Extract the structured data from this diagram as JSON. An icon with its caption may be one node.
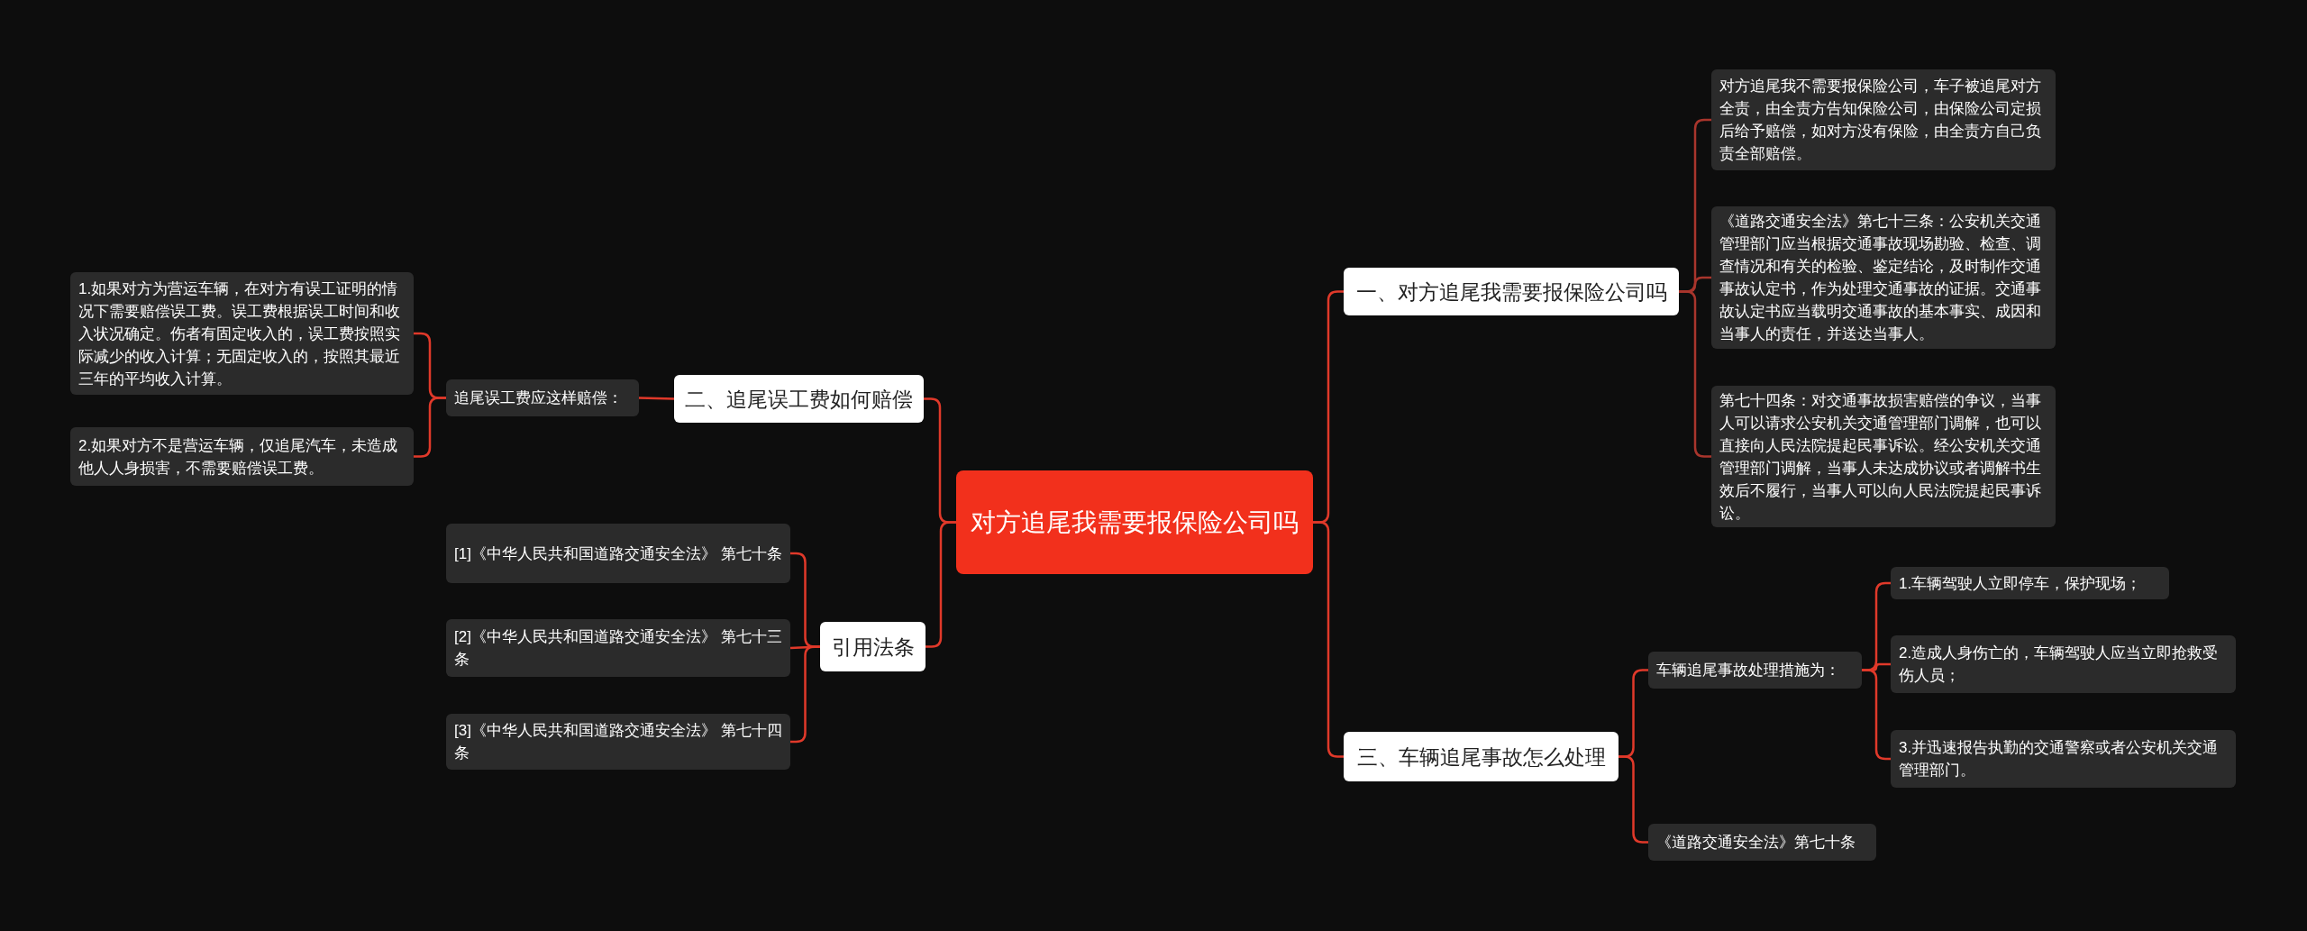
{
  "diagram": {
    "nodes": [
      {
        "text": [
          "对方追尾我需要报保险公司吗"
        ]
      },
      {
        "text": [
          "一、对方追尾我需要报保险公司吗"
        ]
      },
      {
        "text": [
          "对方追尾我不需要报保险公司，车子被追尾对方全责，由全责方告知保险公司，由保险公司定损后给予赔偿，如对方没有保险，由全责方自己负责全部赔偿。"
        ]
      },
      {
        "text": [
          "《道路交通安全法》第七十三条：公安机关交通管理部门应当根据交通事故现场勘验、检查、调查情况和有关的检验、鉴定结论，及时制作交通事故认定书，作为处理交通事故的证据。交通事故认定书应当载明交通事故的基本事实、成因和当事人的责任，并送达当事人。"
        ]
      },
      {
        "text": [
          "第七十四条：对交通事故损害赔偿的争议，当事人可以请求公安机关交通管理部门调解，也可以直接向人民法院提起民事诉讼。经公安机关交通管理部门调解，当事人未达成协议或者调解书生效后不履行，当事人可以向人民法院提起民事诉讼。"
        ]
      },
      {
        "text": [
          "二、追尾误工费如何赔偿"
        ]
      },
      {
        "text": [
          "追尾误工费应这样赔偿："
        ]
      },
      {
        "text": [
          "1.如果对方为营运车辆，在对方有误工证明的情况下需要赔偿误工费。误工费根据误工时间和收入状况确定。伤者有固定收入的，误工费按照实际减少的收入计算；无固定收入的，按照其最近三年的平均收入计算。"
        ]
      },
      {
        "text": [
          "2.如果对方不是营运车辆，仅追尾汽车，未造成他人人身损害，不需要赔偿误工费。"
        ]
      },
      {
        "text": [
          "三、车辆追尾事故怎么处理"
        ]
      },
      {
        "text": [
          "车辆追尾事故处理措施为："
        ]
      },
      {
        "text": [
          "1.车辆驾驶人立即停车，保护现场；"
        ]
      },
      {
        "text": [
          "2.造成人身伤亡的，车辆驾驶人应当立即抢救受伤人员；"
        ]
      },
      {
        "text": [
          "3.并迅速报告执勤的交通警察或者公安机关交通管理部门。"
        ]
      },
      {
        "text": [
          "《道路交通安全法》第七十条"
        ]
      },
      {
        "text": [
          "引用法条"
        ]
      },
      {
        "text": [
          "[1]《中华人民共和国道路交通安全法》 第七十条"
        ]
      },
      {
        "text": [
          "[2]《中华人民共和国道路交通安全法》 第七十三条"
        ]
      },
      {
        "text": [
          "[3]《中华人民共和国道路交通安全法》 第七十四条"
        ]
      }
    ],
    "edges": [
      {
        "from": 0,
        "to": 1,
        "arrow": "none"
      },
      {
        "from": 1,
        "to": 2,
        "arrow": "none",
        "color": "#a8352c"
      },
      {
        "from": 1,
        "to": 3,
        "arrow": "none",
        "color": "#a8352c"
      },
      {
        "from": 1,
        "to": 4,
        "arrow": "none",
        "color": "#a8352c"
      },
      {
        "from": 0,
        "to": 5,
        "arrow": "none"
      },
      {
        "from": 5,
        "to": 6,
        "arrow": "none"
      },
      {
        "from": 6,
        "to": 7,
        "arrow": "none"
      },
      {
        "from": 6,
        "to": 8,
        "arrow": "none"
      },
      {
        "from": 0,
        "to": 9,
        "arrow": "none"
      },
      {
        "from": 9,
        "to": 10,
        "arrow": "none"
      },
      {
        "from": 10,
        "to": 11,
        "arrow": "none"
      },
      {
        "from": 10,
        "to": 12,
        "arrow": "none"
      },
      {
        "from": 10,
        "to": 13,
        "arrow": "none"
      },
      {
        "from": 9,
        "to": 14,
        "arrow": "none"
      },
      {
        "from": 0,
        "to": 15,
        "arrow": "none"
      },
      {
        "from": 15,
        "to": 16,
        "arrow": "none"
      },
      {
        "from": 15,
        "to": 17,
        "arrow": "none"
      },
      {
        "from": 15,
        "to": 18,
        "arrow": "none"
      }
    ]
  }
}
